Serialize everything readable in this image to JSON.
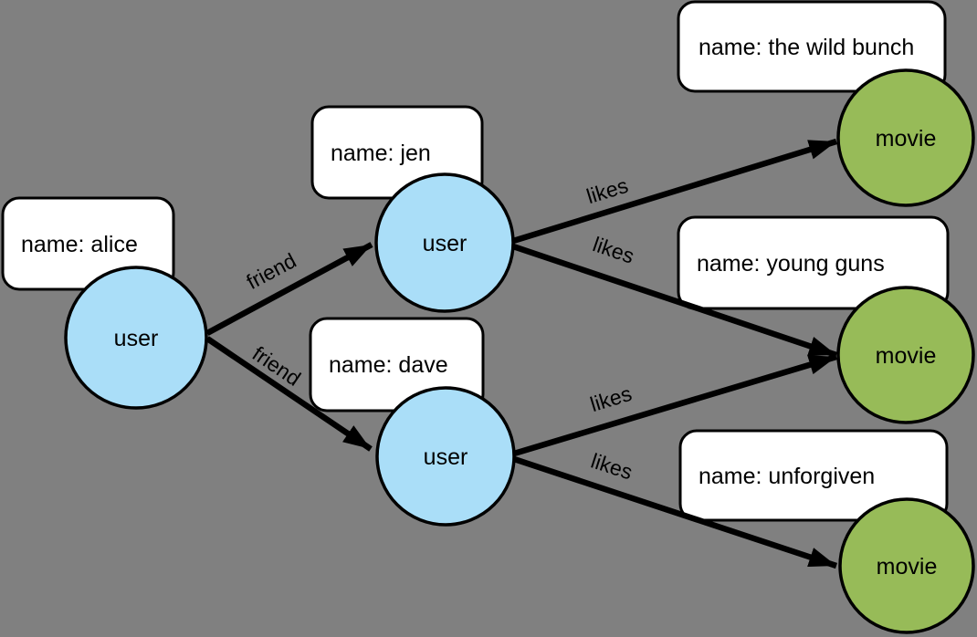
{
  "canvas": {
    "background": "#808080"
  },
  "colors": {
    "user_node_fill": "#aadef8",
    "movie_node_fill": "#97bb58",
    "node_border": "#000000",
    "property_box_fill": "#ffffff",
    "edge_color": "#000000",
    "text_color": "#000000"
  },
  "graph": {
    "nodes": [
      {
        "id": "alice",
        "type": "user",
        "label": "user",
        "property": "name: alice"
      },
      {
        "id": "jen",
        "type": "user",
        "label": "user",
        "property": "name: jen"
      },
      {
        "id": "dave",
        "type": "user",
        "label": "user",
        "property": "name: dave"
      },
      {
        "id": "the-wild-bunch",
        "type": "movie",
        "label": "movie",
        "property": "name: the wild bunch"
      },
      {
        "id": "young-guns",
        "type": "movie",
        "label": "movie",
        "property": "name: young guns"
      },
      {
        "id": "unforgiven",
        "type": "movie",
        "label": "movie",
        "property": "name: unforgiven"
      }
    ],
    "edges": [
      {
        "from": "alice",
        "to": "jen",
        "label": "friend"
      },
      {
        "from": "alice",
        "to": "dave",
        "label": "friend"
      },
      {
        "from": "jen",
        "to": "the-wild-bunch",
        "label": "likes"
      },
      {
        "from": "jen",
        "to": "young-guns",
        "label": "likes"
      },
      {
        "from": "dave",
        "to": "young-guns",
        "label": "likes"
      },
      {
        "from": "dave",
        "to": "unforgiven",
        "label": "likes"
      }
    ]
  }
}
